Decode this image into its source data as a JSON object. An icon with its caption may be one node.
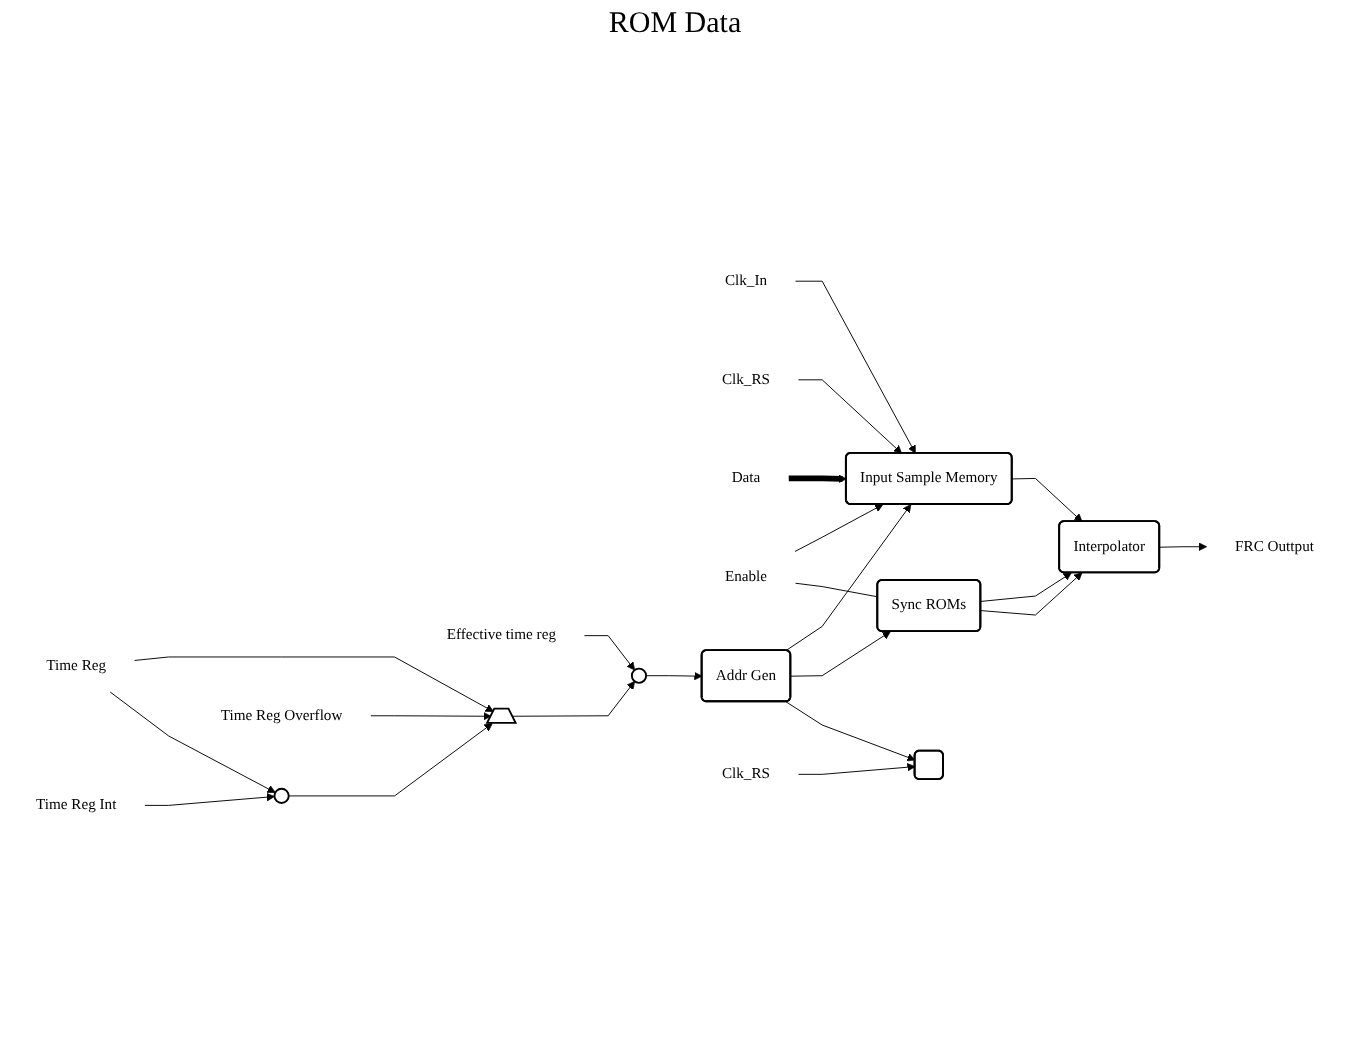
{
  "diagram": {
    "nodes": [
      {
        "text": [
          "Clk_In"
        ]
      },
      {
        "text": [
          "Clk_RS"
        ]
      },
      {
        "text": [
          "Data"
        ]
      },
      {
        "text": [
          "Input Sample Memory"
        ]
      },
      {
        "text": [
          "Interpolator"
        ]
      },
      {
        "text": [
          "FRC Outtput"
        ]
      },
      {
        "text": [
          "Enable"
        ]
      },
      {
        "text": [
          "Effective time reg"
        ]
      },
      {
        "text": [],
        "shape": "circle"
      },
      {
        "text": [
          "Addr Gen"
        ]
      },
      {
        "text": [],
        "shape": "box"
      },
      {
        "text": [
          "Sync ROMs"
        ]
      },
      {
        "text": [
          "Time Reg"
        ]
      },
      {
        "text": [],
        "shape": "circle"
      },
      {
        "text": [],
        "shape": "trapezoid"
      },
      {
        "text": [
          "Clk_RS"
        ]
      },
      {
        "text": [
          "Time Reg Int"
        ]
      },
      {
        "text": [
          "Time Reg Overflow"
        ]
      }
    ],
    "edges": [
      {
        "from": 0,
        "to": 3,
        "arrow": "to"
      },
      {
        "from": 1,
        "to": 3,
        "arrow": "to"
      },
      {
        "from": 2,
        "to": 3,
        "arrow": "to",
        "style": "thick"
      },
      {
        "from": 6,
        "to": 3,
        "arrow": "to"
      },
      {
        "from": 6,
        "to": 11,
        "arrow": "none"
      },
      {
        "from": 3,
        "to": 4,
        "arrow": "to"
      },
      {
        "from": 4,
        "to": 5,
        "arrow": "to"
      },
      {
        "from": 9,
        "to": 3,
        "arrow": "to"
      },
      {
        "from": 11,
        "to": 4,
        "arrow": "to"
      },
      {
        "from": 11,
        "to": 4,
        "arrow": "to"
      },
      {
        "from": 9,
        "to": 11,
        "arrow": "to"
      },
      {
        "from": 9,
        "to": 10,
        "arrow": "to"
      },
      {
        "from": 15,
        "to": 10,
        "arrow": "to"
      },
      {
        "from": 7,
        "to": 8,
        "arrow": "to"
      },
      {
        "from": 8,
        "to": 9,
        "arrow": "to"
      },
      {
        "from": 12,
        "to": 14,
        "arrow": "to"
      },
      {
        "from": 12,
        "to": 13,
        "arrow": "to"
      },
      {
        "from": 13,
        "to": 14,
        "arrow": "to"
      },
      {
        "from": 16,
        "to": 13,
        "arrow": "to"
      },
      {
        "from": 17,
        "to": 14,
        "arrow": "to"
      },
      {
        "from": 14,
        "to": 8,
        "arrow": "to"
      }
    ],
    "labels": [
      "ROM Data"
    ]
  }
}
